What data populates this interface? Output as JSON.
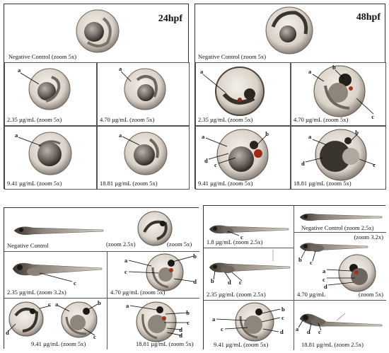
{
  "panel_24": {
    "title": "24hpf",
    "negative": "Negative Control (zoom 5x)",
    "cells": [
      {
        "caption": "2.35 µg/mL (zoom 5x)",
        "label": "a"
      },
      {
        "caption": "4.70 µg/mL (zoom 5x)",
        "label": "a"
      },
      {
        "caption": "9.41 µg/mL (zoom 5x)",
        "label": "a"
      },
      {
        "caption": "18.81 µg/mL (zoom 5x)",
        "label": "a"
      }
    ]
  },
  "panel_48": {
    "title": "48hpf",
    "negative": "Negative Control (zoom 5x)",
    "c1": {
      "caption": "2.35 µg/mL (zoom 5x)",
      "labels": [
        "a"
      ]
    },
    "c2": {
      "caption": "4.70 µg/mL (zoom 5x)",
      "labels": [
        "a",
        "b",
        "c"
      ]
    },
    "c3": {
      "caption": "9.41 µg/mL (zoom 5x)",
      "labels": [
        "a",
        "b",
        "c",
        "d"
      ]
    },
    "c4": {
      "caption": "18.81 µg/mL (zoom 5x)",
      "labels": [
        "a",
        "b",
        "c",
        "d"
      ]
    }
  },
  "panel_72": {
    "title": "72hpf",
    "neg_caption": "Negative Control",
    "neg_zoom_a": "(zoom 2.5x)",
    "neg_zoom_b": "(zoom 5x)",
    "c1": {
      "caption": "2.35 µg/mL (zoom 3.2x)",
      "labels": [
        "c"
      ]
    },
    "c2": {
      "caption": "4.70 µg/mL (zoom 5x)",
      "labels": [
        "a",
        "b",
        "c",
        "d"
      ]
    },
    "c3": {
      "caption": "9.41 µg/mL (zoom 5x)",
      "labels": [
        "a",
        "b",
        "c",
        "c",
        "d"
      ]
    },
    "c4": {
      "caption": "18.81 µg/mL (zoom 5x)",
      "labels": [
        "a",
        "b",
        "c",
        "d",
        "d"
      ]
    }
  },
  "panel_96": {
    "title": "96hpf",
    "neg_caption": "Negative Control (zoom 2.5x)",
    "zoom_32": "(zoom 3.2x)",
    "c1": {
      "caption": "1.8 µg/mL (zoom 2.5x)",
      "labels": [
        "c"
      ]
    },
    "c2": {
      "caption": "2.35 µg/mL (zoom 2.5x)",
      "labels": [
        "b",
        "d",
        "c"
      ]
    },
    "c3": {
      "caption": "4.70 µg/mL",
      "zoom": "(zoom 5x)",
      "labels": [
        "b",
        "c",
        "a",
        "c",
        "d"
      ]
    },
    "c4": {
      "caption": "9.41 µg/mL (zoom 5x)",
      "labels": [
        "a",
        "b",
        "c",
        "c",
        "d"
      ]
    },
    "c5": {
      "caption": "18.81 µg/mL (zoom 2.5x)",
      "labels": [
        "a",
        "d",
        "c"
      ]
    }
  }
}
